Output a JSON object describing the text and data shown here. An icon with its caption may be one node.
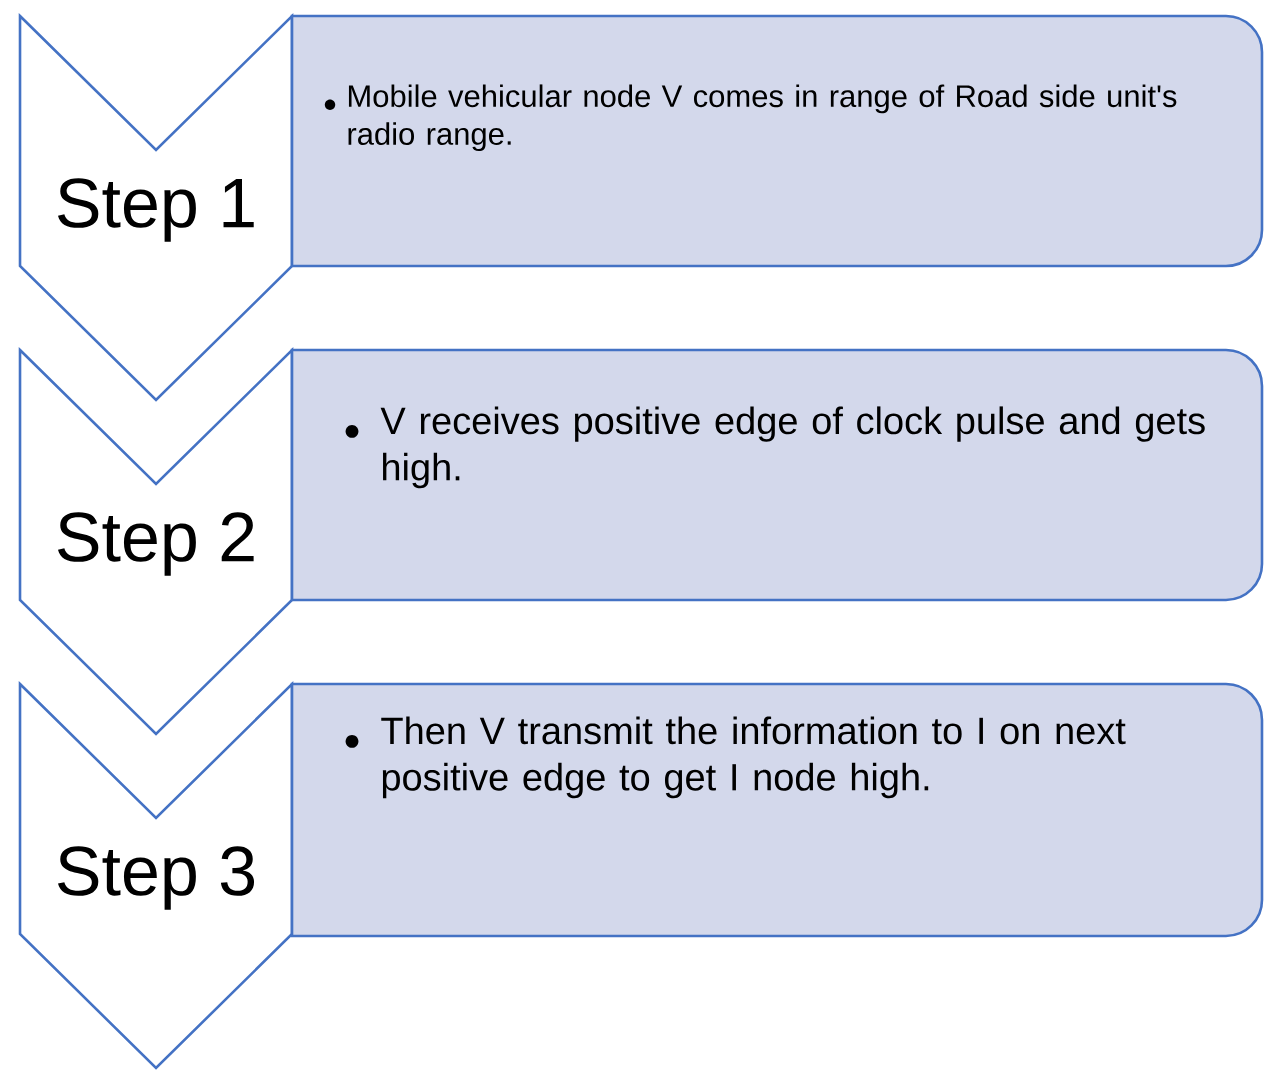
{
  "diagram": {
    "nodes": [
      {
        "text": [
          "Step 1"
        ]
      },
      {
        "text": [
          "Mobile vehicular node V comes in range of Road side unit's radio range."
        ]
      },
      {
        "text": [
          "Step 2"
        ]
      },
      {
        "text": [
          "V receives positive edge of clock pulse and gets high."
        ]
      },
      {
        "text": [
          "Step 3"
        ]
      },
      {
        "text": [
          "Then V transmit the information to I on next positive edge to get I node high."
        ]
      }
    ]
  }
}
